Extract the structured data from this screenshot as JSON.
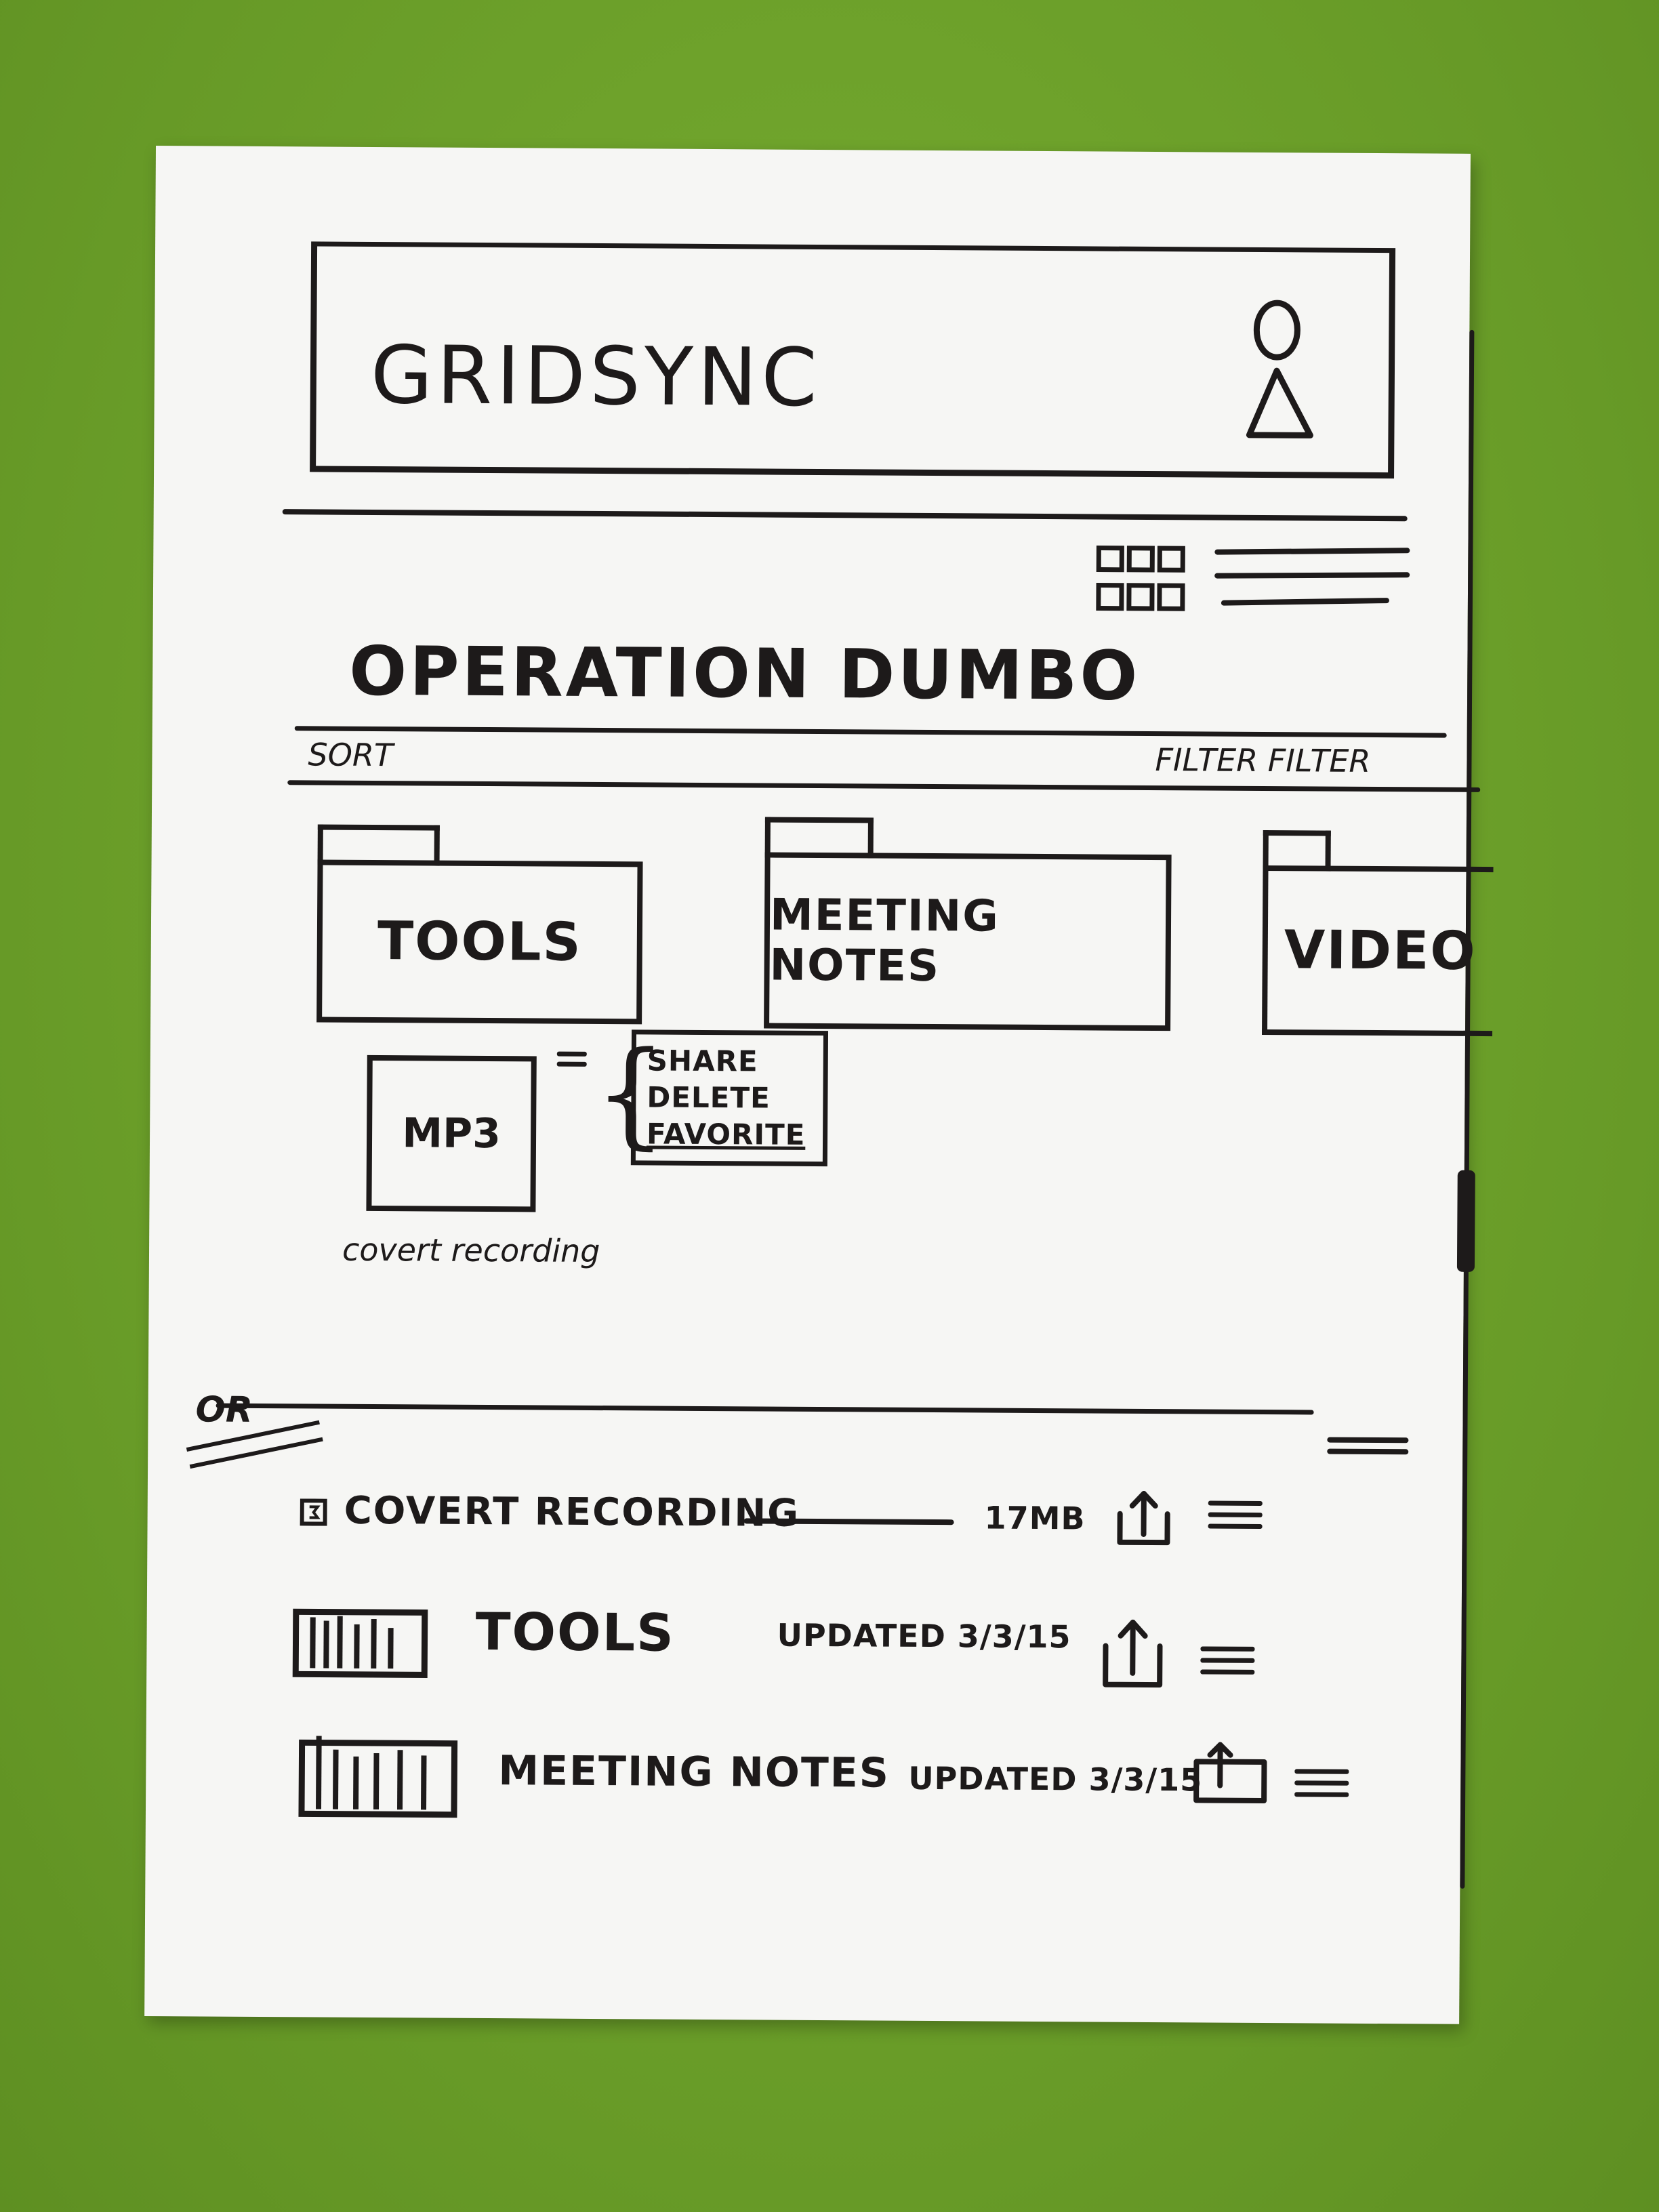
{
  "header": {
    "brand": "GRIDSYNC",
    "avatar_icon": "user-avatar-icon"
  },
  "toolbar": {
    "grid_view_icon": "grid-view-icon",
    "list_view_icon": "list-view-icon"
  },
  "project": {
    "title": "OPERATION DUMBO"
  },
  "controls": {
    "sort_label": "SORT",
    "filter_label": "FILTER FILTER"
  },
  "folders": [
    {
      "label": "TOOLS"
    },
    {
      "label": "MEETING NOTES"
    },
    {
      "label": "VIDEO"
    }
  ],
  "file_tile": {
    "type_label": "MP3",
    "caption": "covert recording",
    "menu": [
      "SHARE",
      "DELETE",
      "FAVORITE"
    ]
  },
  "divider": {
    "label": "OR"
  },
  "list": [
    {
      "name": "COVERT RECORDING",
      "meta": "17MB",
      "icon": "audio-file-icon"
    },
    {
      "name": "TOOLS",
      "meta": "UPDATED 3/3/15",
      "icon": "folder-icon"
    },
    {
      "name": "MEETING NOTES",
      "meta": "UPDATED 3/3/15",
      "icon": "folder-icon"
    }
  ],
  "colors": {
    "background": "#6fa02b",
    "paper": "#f6f6f4",
    "ink": "#1d1a1a"
  }
}
